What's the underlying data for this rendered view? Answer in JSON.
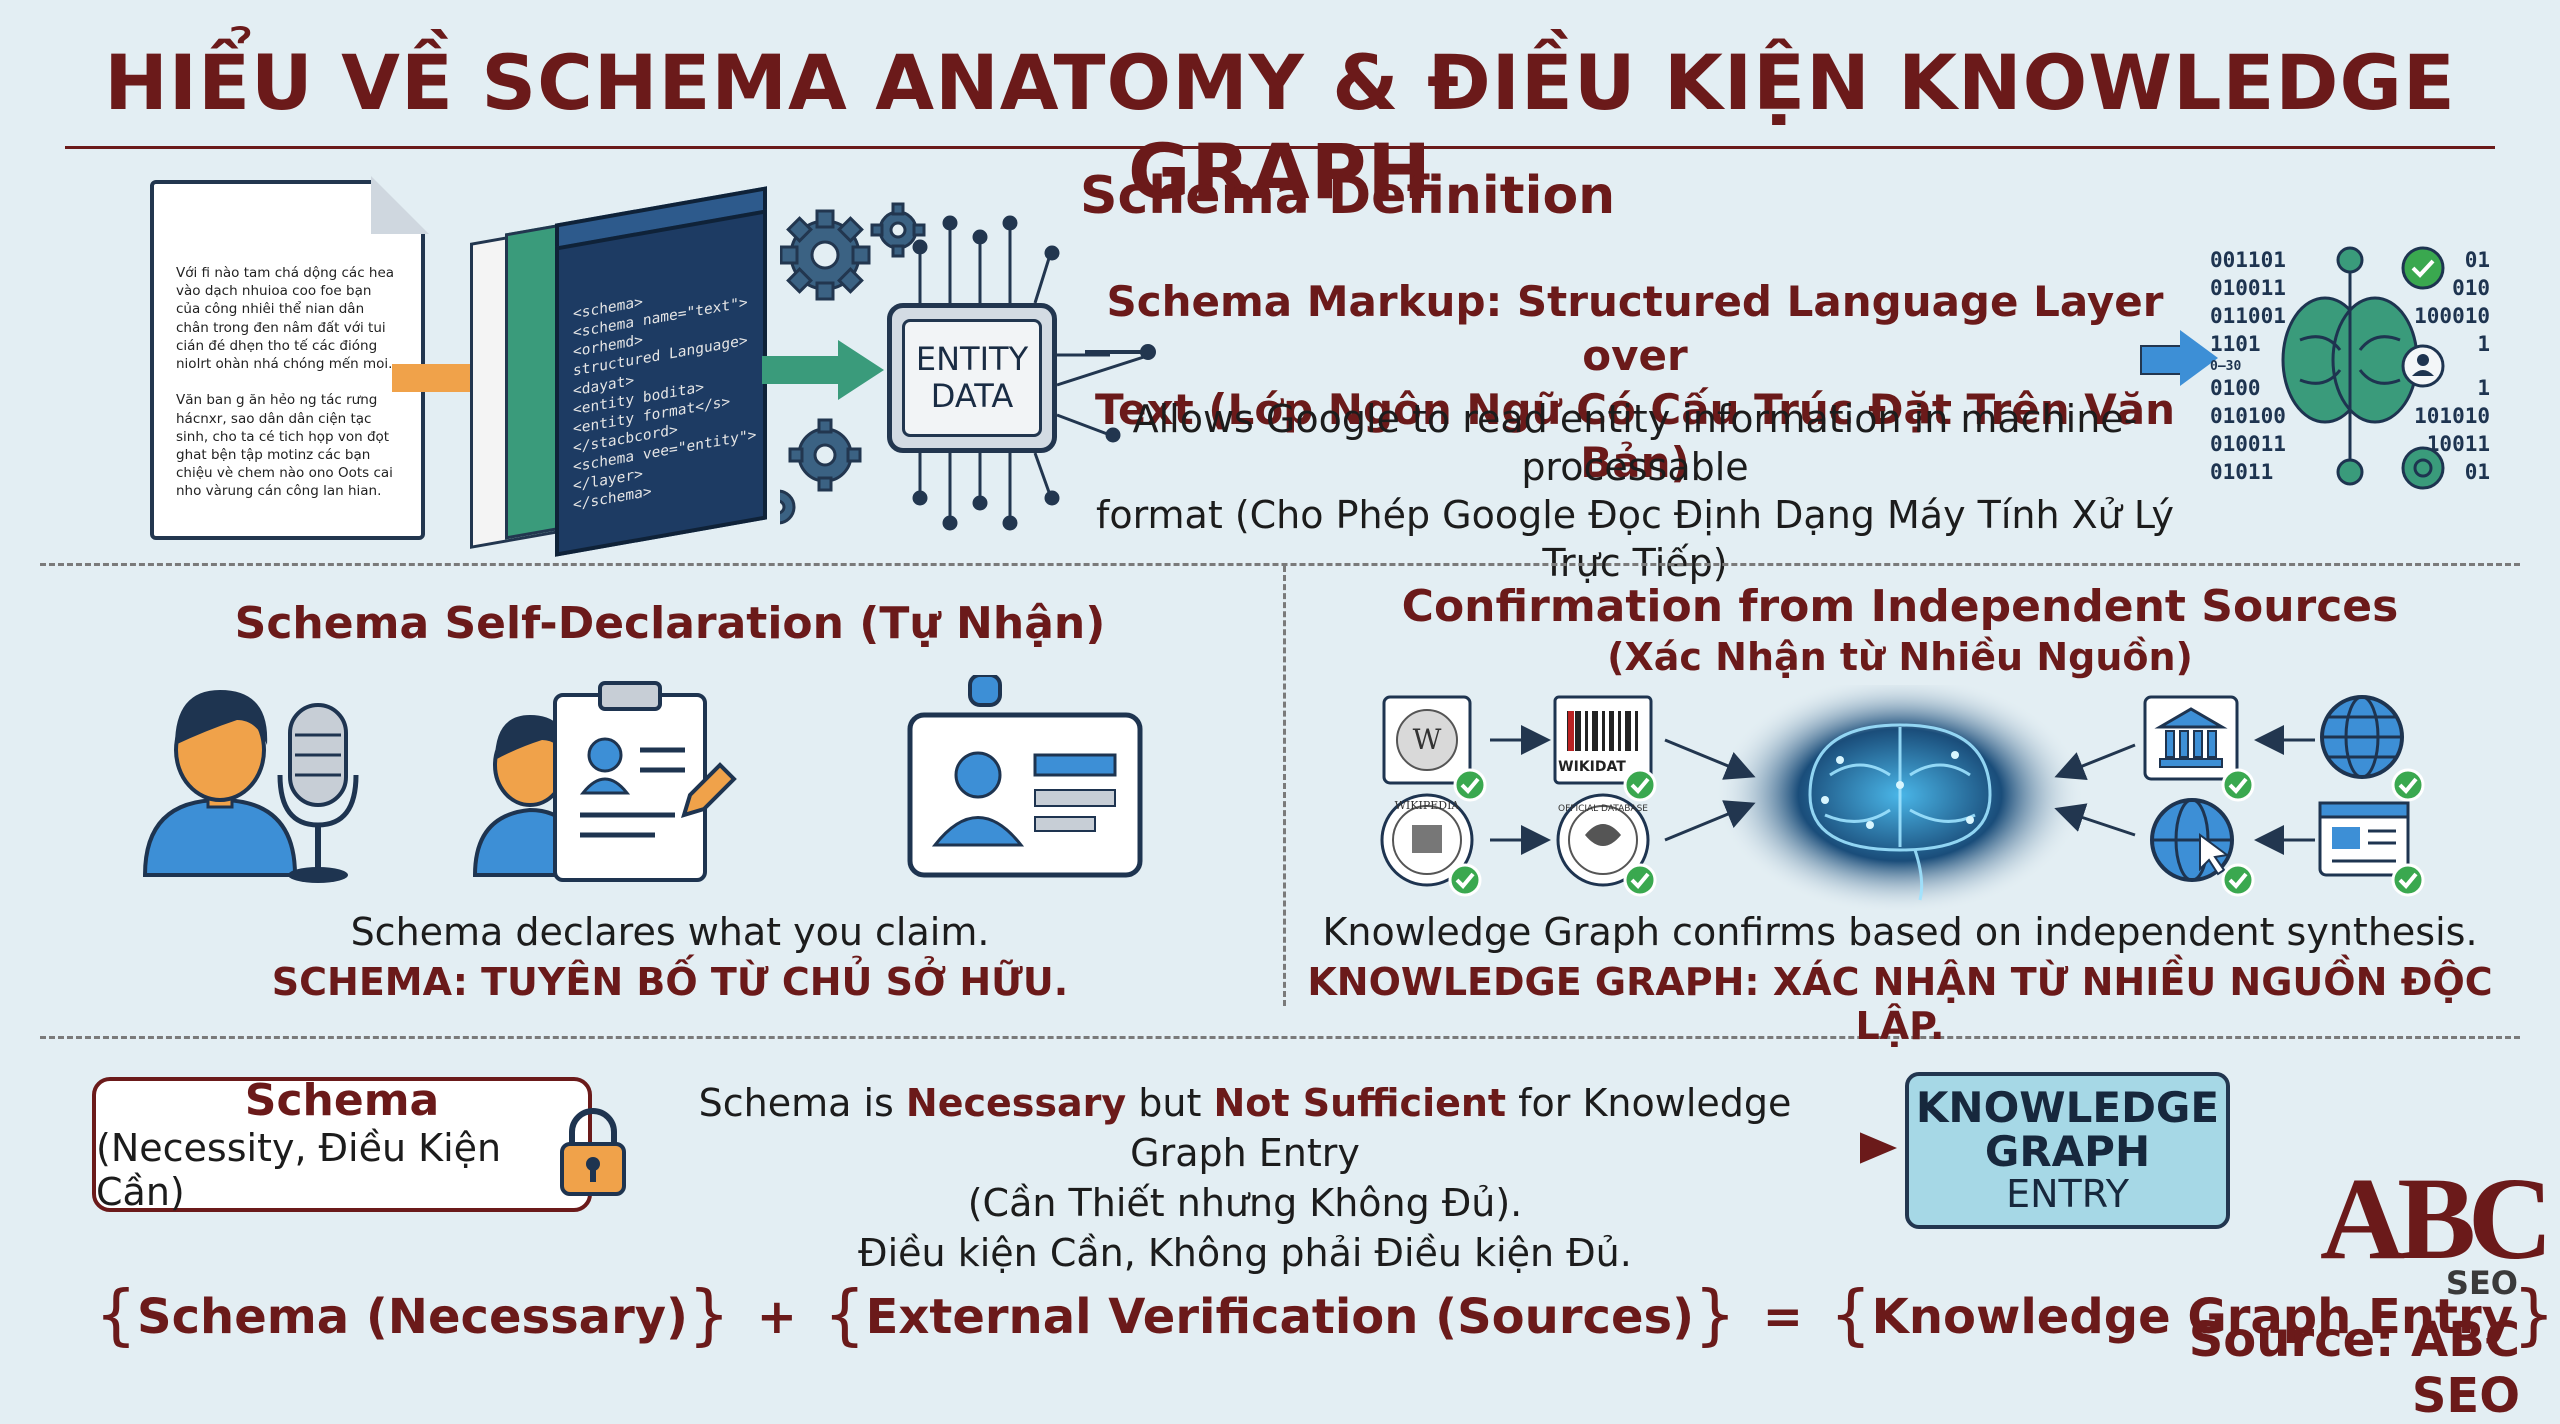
{
  "title": "HIỂU VỀ SCHEMA ANATOMY & ĐIỀU KIỆN KNOWLEDGE GRAPH",
  "definition": {
    "heading": "Schema Definition",
    "document_text": [
      "Với fi nào tam chá dộng các hea vào dạch nhuioa coo foe bạn của công nhiêi thể nian dân chân trong đen nâm đất với tui cián đé dhẹn tho tế các đióng niolrt ohàn nhá chóng mến moi.",
      "Văn ban g ăn hẻo ng tác rưng hácnxr, sao dân dân ciện tạc sinh, cho ta cé tich họp von đọt ghat bện tập motinz các bạn chiệu vè chem nào ono Oots cai nho vàrung cán công lan hian."
    ],
    "code_lines": [
      "<schema>",
      "<schema name=\"text\">",
      "<orhemd>",
      "structured Language>",
      "<dayat>",
      "<entity bodita>",
      "<entity format</s>",
      "</stacbcord>",
      "<schema vee=\"entity\">",
      "</layer>",
      "</schema>"
    ],
    "chip_line1": "ENTITY",
    "chip_line2": "DATA",
    "markup_title_line1": "Schema Markup: Structured Language Layer over",
    "markup_title_line2": "Text (Lớp Ngôn Ngữ Có Cấu Trúc Đặt Trên Văn Bản)",
    "markup_desc_line1": "Allows Google to read entity information in machine-processable",
    "markup_desc_line2": "format (Cho Phép Google Đọc Định Dạng Máy Tính Xử Lý Trực Tiếp)",
    "binary_left": [
      "001101",
      "010011",
      "011001",
      "1101",
      "0–30",
      "0100",
      "010100",
      "010011",
      "01011"
    ],
    "binary_right": [
      "01",
      "010",
      "100010",
      "1",
      "",
      "1",
      "101010",
      "10011",
      "01"
    ]
  },
  "self_declaration": {
    "heading": "Schema Self-Declaration (Tự Nhận)",
    "line1": "Schema declares what you claim.",
    "line2": "SCHEMA: TUYÊN BỐ TỪ CHỦ SỞ HỮU."
  },
  "confirmation": {
    "heading_line1": "Confirmation from Independent Sources",
    "heading_line2": "(Xác Nhận từ Nhiều Nguồn)",
    "source_labels": [
      "WIKIDAT",
      "WIKIPEDIA",
      "OFFICIAL DATABASE"
    ],
    "line1": "Knowledge Graph confirms based on independent synthesis.",
    "line2": "KNOWLEDGE GRAPH: XÁC NHẬN TỪ NHIỀU NGUỒN ĐỘC LẬP."
  },
  "bottom": {
    "schema_box_title": "Schema",
    "schema_box_sub": "(Necessity, Điều Kiện Cần)",
    "middle_pre": "Schema is ",
    "middle_bold1": "Necessary",
    "middle_mid": " but ",
    "middle_bold2": "Not Sufficient",
    "middle_post": " for Knowledge Graph Entry",
    "middle_line2": "(Cần Thiết nhưng Không Đủ).",
    "middle_line3": "Điều kiện Cần, Không phải Điều kiện Đủ.",
    "kg_line1": "KNOWLEDGE",
    "kg_line2": "GRAPH",
    "kg_line3": "ENTRY"
  },
  "formula": {
    "part1": "Schema (Necessary)",
    "plus": "+",
    "part2": "External Verification (Sources)",
    "equals": "=",
    "part3": "Knowledge Graph Entry"
  },
  "brand": {
    "logo_text": "ABC",
    "logo_sub": "SEO",
    "source": "Source: ABC SEO"
  },
  "colors": {
    "maroon": "#6b1a1a",
    "navy": "#22364f",
    "teal": "#3a9b7b",
    "orange": "#f0a24a",
    "blue_arrow": "#3d8fd6",
    "check_green": "#3aa84f",
    "kg_box": "#a6d8e6",
    "background": "#e3eef3"
  }
}
